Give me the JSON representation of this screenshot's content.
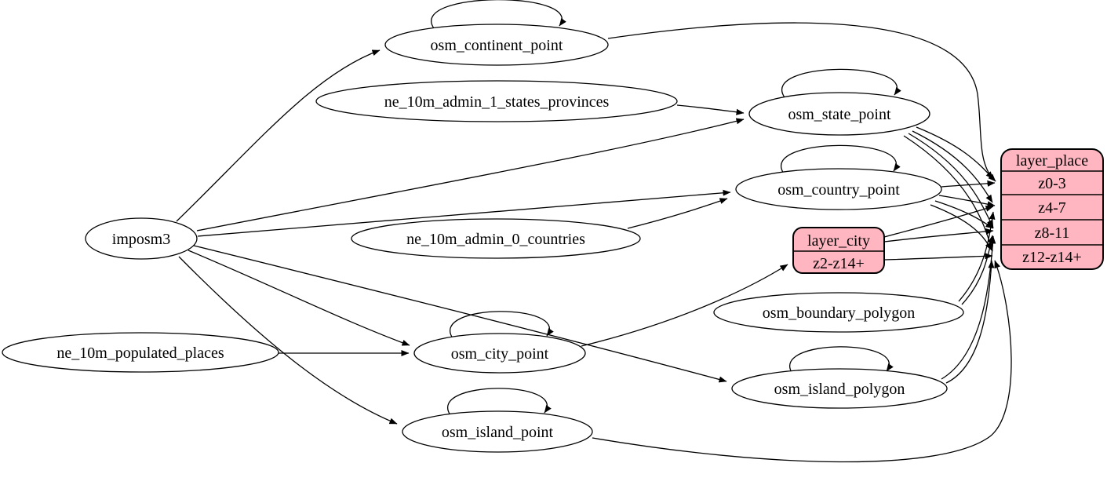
{
  "diagram": {
    "background_color": "#ffffff",
    "edge_color": "#000000",
    "record_fill_color": "#ffb6c1",
    "ellipse_fill_color": "#ffffff",
    "nodes": {
      "imposm3": {
        "label": "imposm3"
      },
      "osm_continent_point": {
        "label": "osm_continent_point"
      },
      "ne_10m_admin_1_states_provinces": {
        "label": "ne_10m_admin_1_states_provinces"
      },
      "osm_state_point": {
        "label": "osm_state_point"
      },
      "osm_country_point": {
        "label": "osm_country_point"
      },
      "ne_10m_admin_0_countries": {
        "label": "ne_10m_admin_0_countries"
      },
      "osm_boundary_polygon": {
        "label": "osm_boundary_polygon"
      },
      "ne_10m_populated_places": {
        "label": "ne_10m_populated_places"
      },
      "osm_city_point": {
        "label": "osm_city_point"
      },
      "osm_island_polygon": {
        "label": "osm_island_polygon"
      },
      "osm_island_point": {
        "label": "osm_island_point"
      },
      "layer_city": {
        "title": "layer_city",
        "rows": [
          "z2-z14+"
        ]
      },
      "layer_place": {
        "title": "layer_place",
        "rows": [
          "z0-3",
          "z4-7",
          "z8-11",
          "z12-z14+"
        ]
      }
    },
    "self_loops": [
      "osm_continent_point",
      "osm_state_point",
      "osm_country_point",
      "osm_city_point",
      "osm_island_polygon",
      "osm_island_point"
    ],
    "edges": [
      "imposm3 -> osm_continent_point",
      "imposm3 -> osm_state_point",
      "imposm3 -> osm_country_point",
      "imposm3 -> osm_city_point",
      "imposm3 -> osm_island_point",
      "imposm3 -> osm_island_polygon",
      "ne_10m_admin_1_states_provinces -> osm_state_point",
      "ne_10m_admin_0_countries -> osm_country_point",
      "ne_10m_populated_places -> osm_city_point",
      "osm_city_point -> layer_city:z2-z14+",
      "osm_continent_point -> layer_place:z0-3",
      "osm_state_point -> layer_place:z0-3",
      "osm_state_point -> layer_place:z4-7",
      "osm_state_point -> layer_place:z8-11",
      "osm_state_point -> layer_place:z12-z14+",
      "osm_country_point -> layer_place:z0-3",
      "osm_country_point -> layer_place:z4-7",
      "osm_country_point -> layer_place:z8-11",
      "osm_country_point -> layer_place:z12-z14+",
      "osm_city_point -> layer_place:z4-7",
      "osm_city_point -> layer_place:z8-11",
      "osm_city_point -> layer_place:z12-z14+",
      "osm_boundary_polygon -> layer_place:z4-7",
      "osm_boundary_polygon -> layer_place:z8-11",
      "osm_island_polygon -> layer_place:z8-11",
      "osm_island_polygon -> layer_place:z12-z14+",
      "osm_island_point -> layer_place:z12-z14+"
    ]
  }
}
